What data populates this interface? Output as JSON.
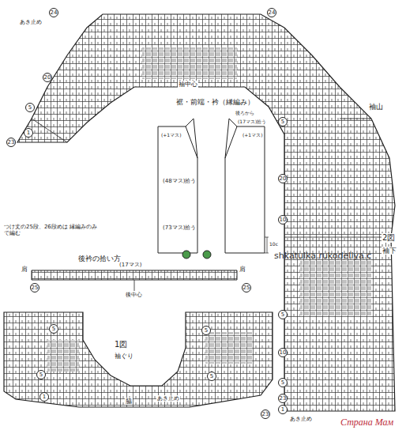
{
  "diagram": {
    "title": "裾・前端・衿（縁編み）",
    "labels": [
      "あき止め",
      "24",
      "24",
      "20",
      "5",
      "1",
      "23",
      "袖中心",
      "袖山",
      "5",
      "20",
      "10",
      "2図",
      "袖下",
      "5",
      "10",
      "5",
      "23",
      "1",
      "あき止め",
      "(+1マス)",
      "後ろから",
      "(17マス)拾う",
      "(+1マス)",
      "(48マス)拾う",
      "(73マス)拾う",
      "10c",
      "つけ丈の25段、26段めは 縁編みのみで編む",
      "後衿の拾い方",
      "肩",
      "(17マス)",
      "肩",
      "25",
      "25",
      "後中心",
      "5",
      "5",
      "1図",
      "袖ぐり",
      "5",
      "5",
      "1",
      "脇",
      "あき止め",
      "23",
      "shkatulka.rukodeliya.c",
      "Страна Мам"
    ]
  }
}
